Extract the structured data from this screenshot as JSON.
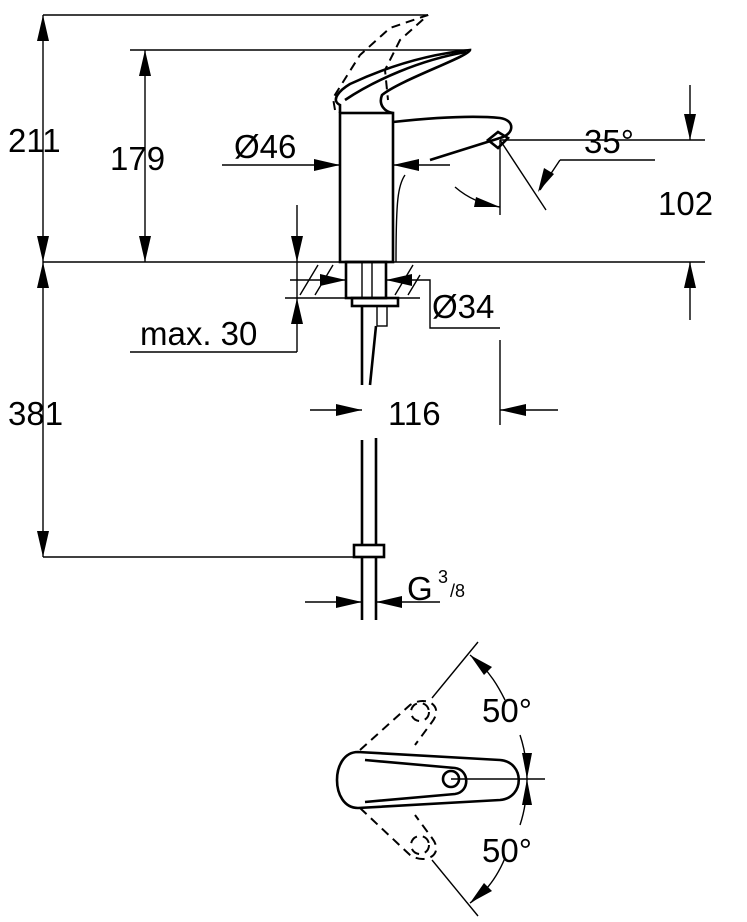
{
  "dimensions": {
    "total_height": "211",
    "spout_height": "179",
    "body_diameter": "Ø46",
    "spout_angle": "35°",
    "outlet_height": "102",
    "max_deck_thickness": "max. 30",
    "hole_diameter": "Ø34",
    "spout_reach": "116",
    "hose_length": "381",
    "thread": "G",
    "thread_num": "3",
    "thread_den": "/8",
    "lever_angle_up": "50°",
    "lever_angle_down": "50°"
  }
}
